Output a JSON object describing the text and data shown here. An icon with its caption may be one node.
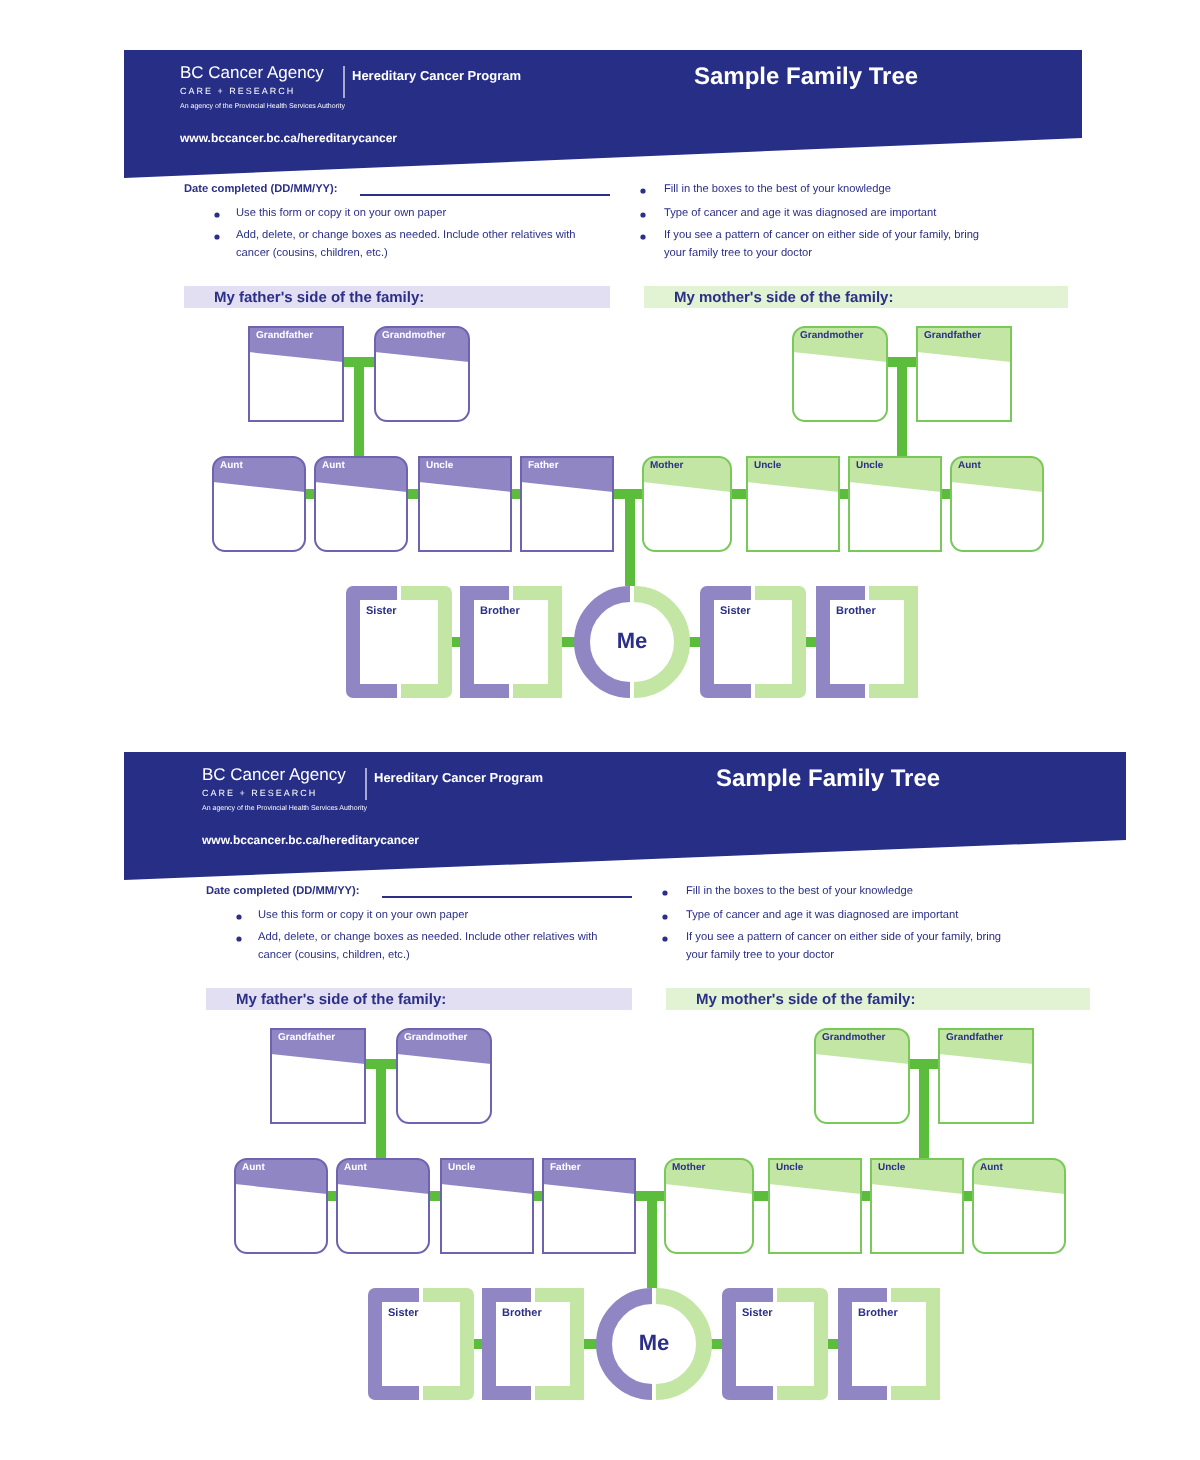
{
  "diagram": {
    "nodes": [
      {
        "text": [
          "BC Cancer Agency",
          "CARE + RESEARCH",
          "An agency of the Provincial Health Services Authority",
          "Hereditary Cancer Program",
          "Sample Family Tree",
          "www.bccancer.bc.ca/hereditarycancer"
        ]
      },
      {
        "text": [
          "My father's side of the family:"
        ]
      },
      {
        "text": [
          "My mother's side of the family:"
        ]
      },
      {
        "text": [
          "Grandfather"
        ]
      },
      {
        "text": [
          "Grandmother"
        ]
      },
      {
        "text": [
          "Grandmother"
        ]
      },
      {
        "text": [
          "Grandfather"
        ]
      },
      {
        "text": [
          "Aunt"
        ]
      },
      {
        "text": [
          "Aunt"
        ]
      },
      {
        "text": [
          "Uncle"
        ]
      },
      {
        "text": [
          "Father"
        ]
      },
      {
        "text": [
          "Mother"
        ]
      },
      {
        "text": [
          "Uncle"
        ]
      },
      {
        "text": [
          "Uncle"
        ]
      },
      {
        "text": [
          "Aunt"
        ]
      },
      {
        "text": [
          "Sister"
        ]
      },
      {
        "text": [
          "Brother"
        ]
      },
      {
        "text": [
          "Me"
        ]
      },
      {
        "text": [
          "Sister"
        ]
      },
      {
        "text": [
          "Brother"
        ]
      },
      {
        "text": [
          "BC Cancer Agency",
          "CARE + RESEARCH",
          "An agency of the Provincial Health Services Authority",
          "Hereditary Cancer Program",
          "Sample Family Tree",
          "www.bccancer.bc.ca/hereditarycancer"
        ]
      },
      {
        "text": [
          "My father's side of the family:"
        ]
      },
      {
        "text": [
          "My mother's side of the family:"
        ]
      },
      {
        "text": [
          "Grandfather"
        ]
      },
      {
        "text": [
          "Grandmother"
        ]
      },
      {
        "text": [
          "Grandmother"
        ]
      },
      {
        "text": [
          "Grandfather"
        ]
      },
      {
        "text": [
          "Aunt"
        ]
      },
      {
        "text": [
          "Aunt"
        ]
      },
      {
        "text": [
          "Uncle"
        ]
      },
      {
        "text": [
          "Father"
        ]
      },
      {
        "text": [
          "Mother"
        ]
      },
      {
        "text": [
          "Uncle"
        ]
      },
      {
        "text": [
          "Uncle"
        ]
      },
      {
        "text": [
          "Aunt"
        ]
      },
      {
        "text": [
          "Sister"
        ]
      },
      {
        "text": [
          "Brother"
        ]
      },
      {
        "text": [
          "Me"
        ]
      },
      {
        "text": [
          "Sister"
        ]
      },
      {
        "text": [
          "Brother"
        ]
      }
    ],
    "edges": [
      {
        "from": 3,
        "to": 4,
        "arrow": "none"
      },
      {
        "from": 3,
        "to": 8,
        "arrow": "none"
      },
      {
        "from": 4,
        "to": 8,
        "arrow": "none"
      },
      {
        "from": 5,
        "to": 6,
        "arrow": "none"
      },
      {
        "from": 5,
        "to": 13,
        "arrow": "none"
      },
      {
        "from": 6,
        "to": 13,
        "arrow": "none"
      },
      {
        "from": 7,
        "to": 8,
        "arrow": "none"
      },
      {
        "from": 8,
        "to": 9,
        "arrow": "none"
      },
      {
        "from": 9,
        "to": 10,
        "arrow": "none"
      },
      {
        "from": 10,
        "to": 11,
        "arrow": "none"
      },
      {
        "from": 10,
        "to": 17,
        "arrow": "none"
      },
      {
        "from": 11,
        "to": 17,
        "arrow": "none"
      },
      {
        "from": 11,
        "to": 12,
        "arrow": "none"
      },
      {
        "from": 12,
        "to": 13,
        "arrow": "none"
      },
      {
        "from": 13,
        "to": 14,
        "arrow": "none"
      },
      {
        "from": 15,
        "to": 16,
        "arrow": "none"
      },
      {
        "from": 16,
        "to": 17,
        "arrow": "none"
      },
      {
        "from": 17,
        "to": 18,
        "arrow": "none"
      },
      {
        "from": 18,
        "to": 19,
        "arrow": "none"
      },
      {
        "from": 23,
        "to": 24,
        "arrow": "none"
      },
      {
        "from": 23,
        "to": 28,
        "arrow": "none"
      },
      {
        "from": 24,
        "to": 28,
        "arrow": "none"
      },
      {
        "from": 25,
        "to": 26,
        "arrow": "none"
      },
      {
        "from": 25,
        "to": 33,
        "arrow": "none"
      },
      {
        "from": 26,
        "to": 33,
        "arrow": "none"
      },
      {
        "from": 27,
        "to": 28,
        "arrow": "none"
      },
      {
        "from": 28,
        "to": 29,
        "arrow": "none"
      },
      {
        "from": 29,
        "to": 30,
        "arrow": "none"
      },
      {
        "from": 30,
        "to": 31,
        "arrow": "none"
      },
      {
        "from": 30,
        "to": 37,
        "arrow": "none"
      },
      {
        "from": 31,
        "to": 37,
        "arrow": "none"
      },
      {
        "from": 31,
        "to": 32,
        "arrow": "none"
      },
      {
        "from": 32,
        "to": 33,
        "arrow": "none"
      },
      {
        "from": 33,
        "to": 34,
        "arrow": "none"
      },
      {
        "from": 35,
        "to": 36,
        "arrow": "none"
      },
      {
        "from": 36,
        "to": 37,
        "arrow": "none"
      },
      {
        "from": 37,
        "to": 38,
        "arrow": "none"
      },
      {
        "from": 38,
        "to": 39,
        "arrow": "none"
      }
    ],
    "labels": [
      "Date completed (DD/MM/YY):",
      "Use this form or copy it on your own paper",
      "Add, delete, or change boxes as needed. Include other relatives with cancer (cousins, children, etc.)",
      "Fill in the boxes to the best of your knowledge",
      "Type of cancer and age it was diagnosed are important",
      "If you see a pattern of cancer on either side of your family, bring your family tree to your doctor",
      "Date completed (DD/MM/YY):",
      "Use this form or copy it on your own paper",
      "Add, delete, or change boxes as needed. Include other relatives with cancer (cousins, children, etc.)",
      "Fill in the boxes to the best of your knowledge",
      "Type of cancer and age it was diagnosed are important",
      "If you see a pattern of cancer on either side of your family, bring your family tree to your doctor"
    ]
  }
}
